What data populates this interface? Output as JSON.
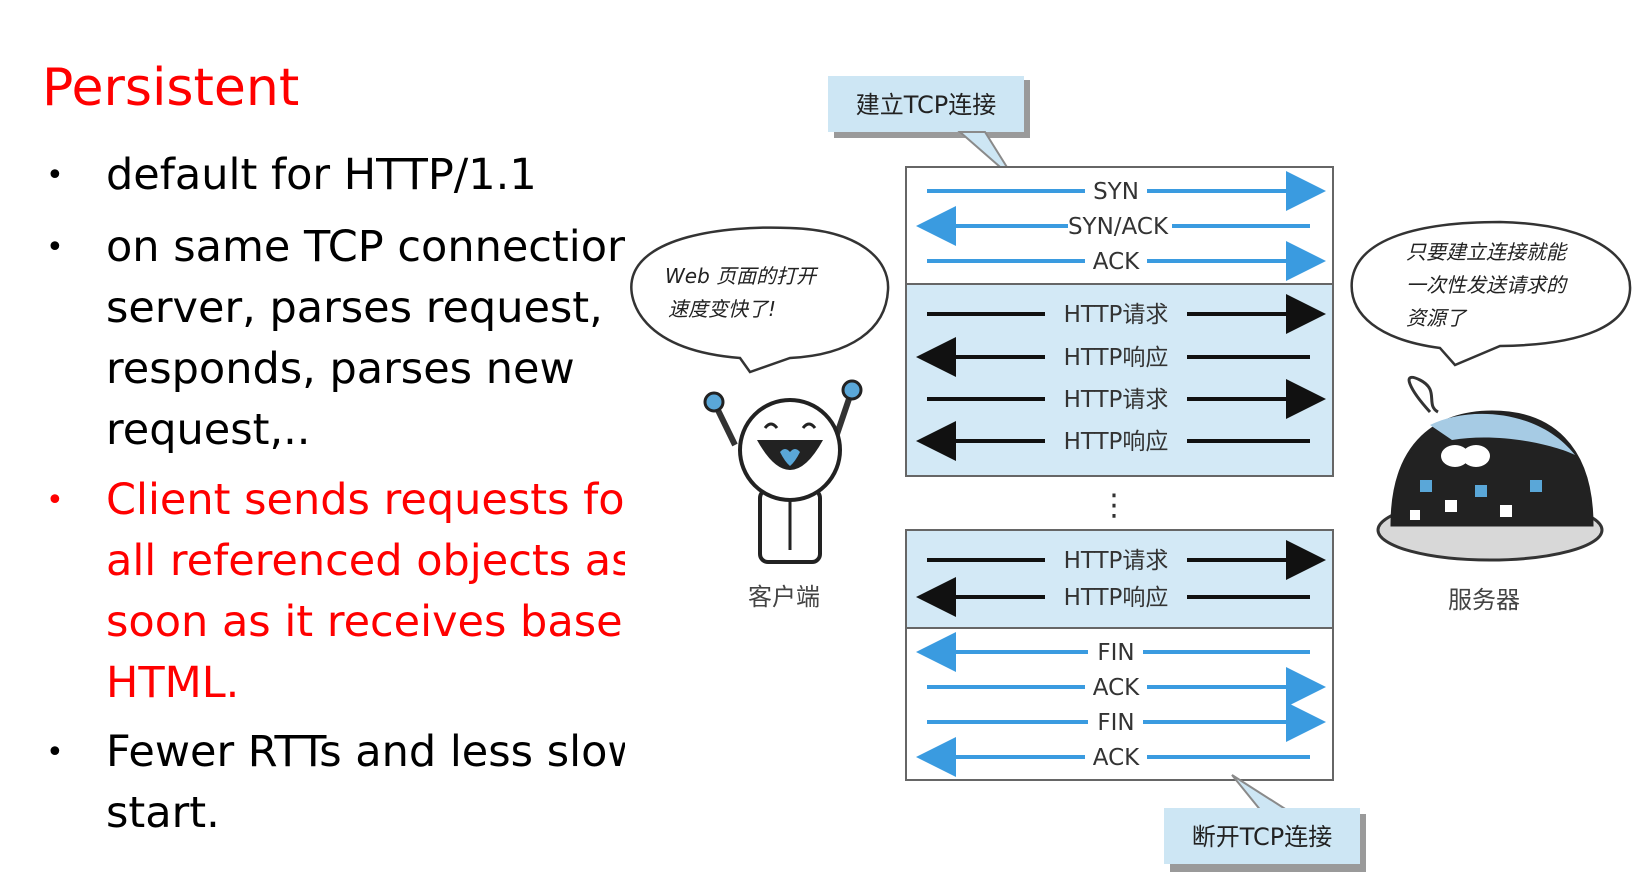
{
  "slide": {
    "title": "Persistent",
    "bullets": [
      {
        "bullet": "•",
        "text": "default for HTTP/1.1",
        "red": false
      },
      {
        "bullet": "•",
        "text": "on same TCP connection server, parses request, responds, parses new request,..",
        "red": false
      },
      {
        "bullet": "•",
        "text": "Client sends requests for all referenced objects as soon as it receives base HTML.",
        "red": true
      },
      {
        "bullet": "•",
        "text": "Fewer RTTs and less slow start.",
        "red": false
      }
    ]
  },
  "diagram": {
    "callout_open": "建立TCP连接",
    "callout_close": "断开TCP连接",
    "handshake": [
      "SYN",
      "SYN/ACK",
      "ACK"
    ],
    "requests_group1": [
      "HTTP请求",
      "HTTP响应",
      "HTTP请求",
      "HTTP响应"
    ],
    "ellipsis": "⋮",
    "requests_group2": [
      "HTTP请求",
      "HTTP响应"
    ],
    "teardown": [
      "FIN",
      "ACK",
      "FIN",
      "ACK"
    ],
    "client_bubble": [
      "Web 页面的打开",
      "速度变快了!"
    ],
    "server_bubble": [
      "只要建立连接就能",
      "一次性发送请求的",
      "资源了"
    ],
    "client_label": "客户端",
    "server_label": "服务器"
  },
  "colors": {
    "title_red": "#ff0000",
    "arrow_blue": "#3a9be0",
    "panel_blue": "#d3e9f6",
    "callout_blue": "#cde6f4",
    "arrow_black": "#111111"
  }
}
